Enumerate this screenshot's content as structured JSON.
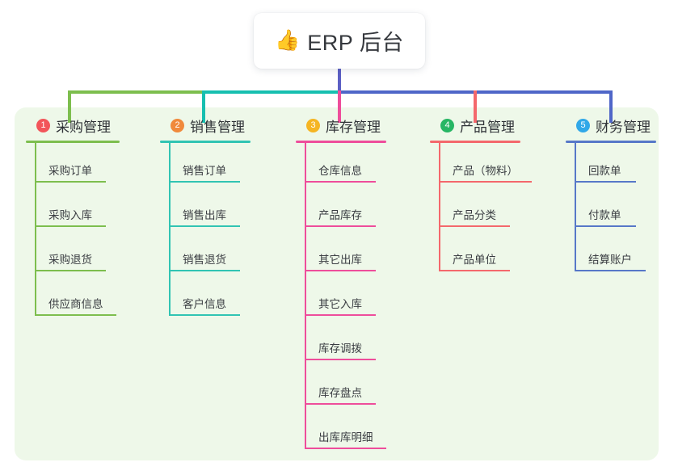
{
  "diagram": {
    "type": "mind-map",
    "title": "ERP 后台",
    "root": {
      "label": "ERP 后台",
      "icon": "thumbs-up-emoji",
      "emoji": "👍"
    },
    "panel_background": "#eef8e9",
    "columns": [
      {
        "index": "1",
        "badge_color": "#f2555a",
        "line_color": "#7dbe4e",
        "title": "采购管理",
        "items": [
          {
            "label": "采购订单",
            "rule_width": 88
          },
          {
            "label": "采购入库",
            "rule_width": 88
          },
          {
            "label": "采购退货",
            "rule_width": 88
          },
          {
            "label": "供应商信息",
            "rule_width": 101
          }
        ]
      },
      {
        "index": "2",
        "badge_color": "#f08a3c",
        "line_color": "#31c4b3",
        "title": "销售管理",
        "items": [
          {
            "label": "销售订单",
            "rule_width": 88
          },
          {
            "label": "销售出库",
            "rule_width": 88
          },
          {
            "label": "销售退货",
            "rule_width": 88
          },
          {
            "label": "客户信息",
            "rule_width": 88
          }
        ]
      },
      {
        "index": "3",
        "badge_color": "#f5b523",
        "line_color": "#ee4d9b",
        "title": "库存管理",
        "items": [
          {
            "label": "仓库信息",
            "rule_width": 88
          },
          {
            "label": "产品库存",
            "rule_width": 88
          },
          {
            "label": "其它出库",
            "rule_width": 88
          },
          {
            "label": "其它入库",
            "rule_width": 88
          },
          {
            "label": "库存调拨",
            "rule_width": 88
          },
          {
            "label": "库存盘点",
            "rule_width": 88
          },
          {
            "label": "出库库明细",
            "rule_width": 101
          }
        ]
      },
      {
        "index": "4",
        "badge_color": "#27b664",
        "line_color": "#f4686c",
        "title": "产品管理",
        "items": [
          {
            "label": "产品（物料）",
            "rule_width": 115
          },
          {
            "label": "产品分类",
            "rule_width": 88
          },
          {
            "label": "产品单位",
            "rule_width": 88
          }
        ]
      },
      {
        "index": "5",
        "badge_color": "#31a8e8",
        "line_color": "#5778c8",
        "title": "财务管理",
        "items": [
          {
            "label": "回款单",
            "rule_width": 76
          },
          {
            "label": "付款单",
            "rule_width": 76
          },
          {
            "label": "结算账户",
            "rule_width": 88
          }
        ]
      }
    ],
    "connector_colors": {
      "trunk": "#5c5fc4",
      "segment_green": "#7dbe4e",
      "segment_teal": "#17bfb0",
      "segment_blue": "#4f66c8",
      "drop_1": "#7dbe4e",
      "drop_2": "#17bfb0",
      "drop_3": "#ee4d9b",
      "drop_4": "#f4686c",
      "drop_5": "#4f66c8"
    }
  }
}
